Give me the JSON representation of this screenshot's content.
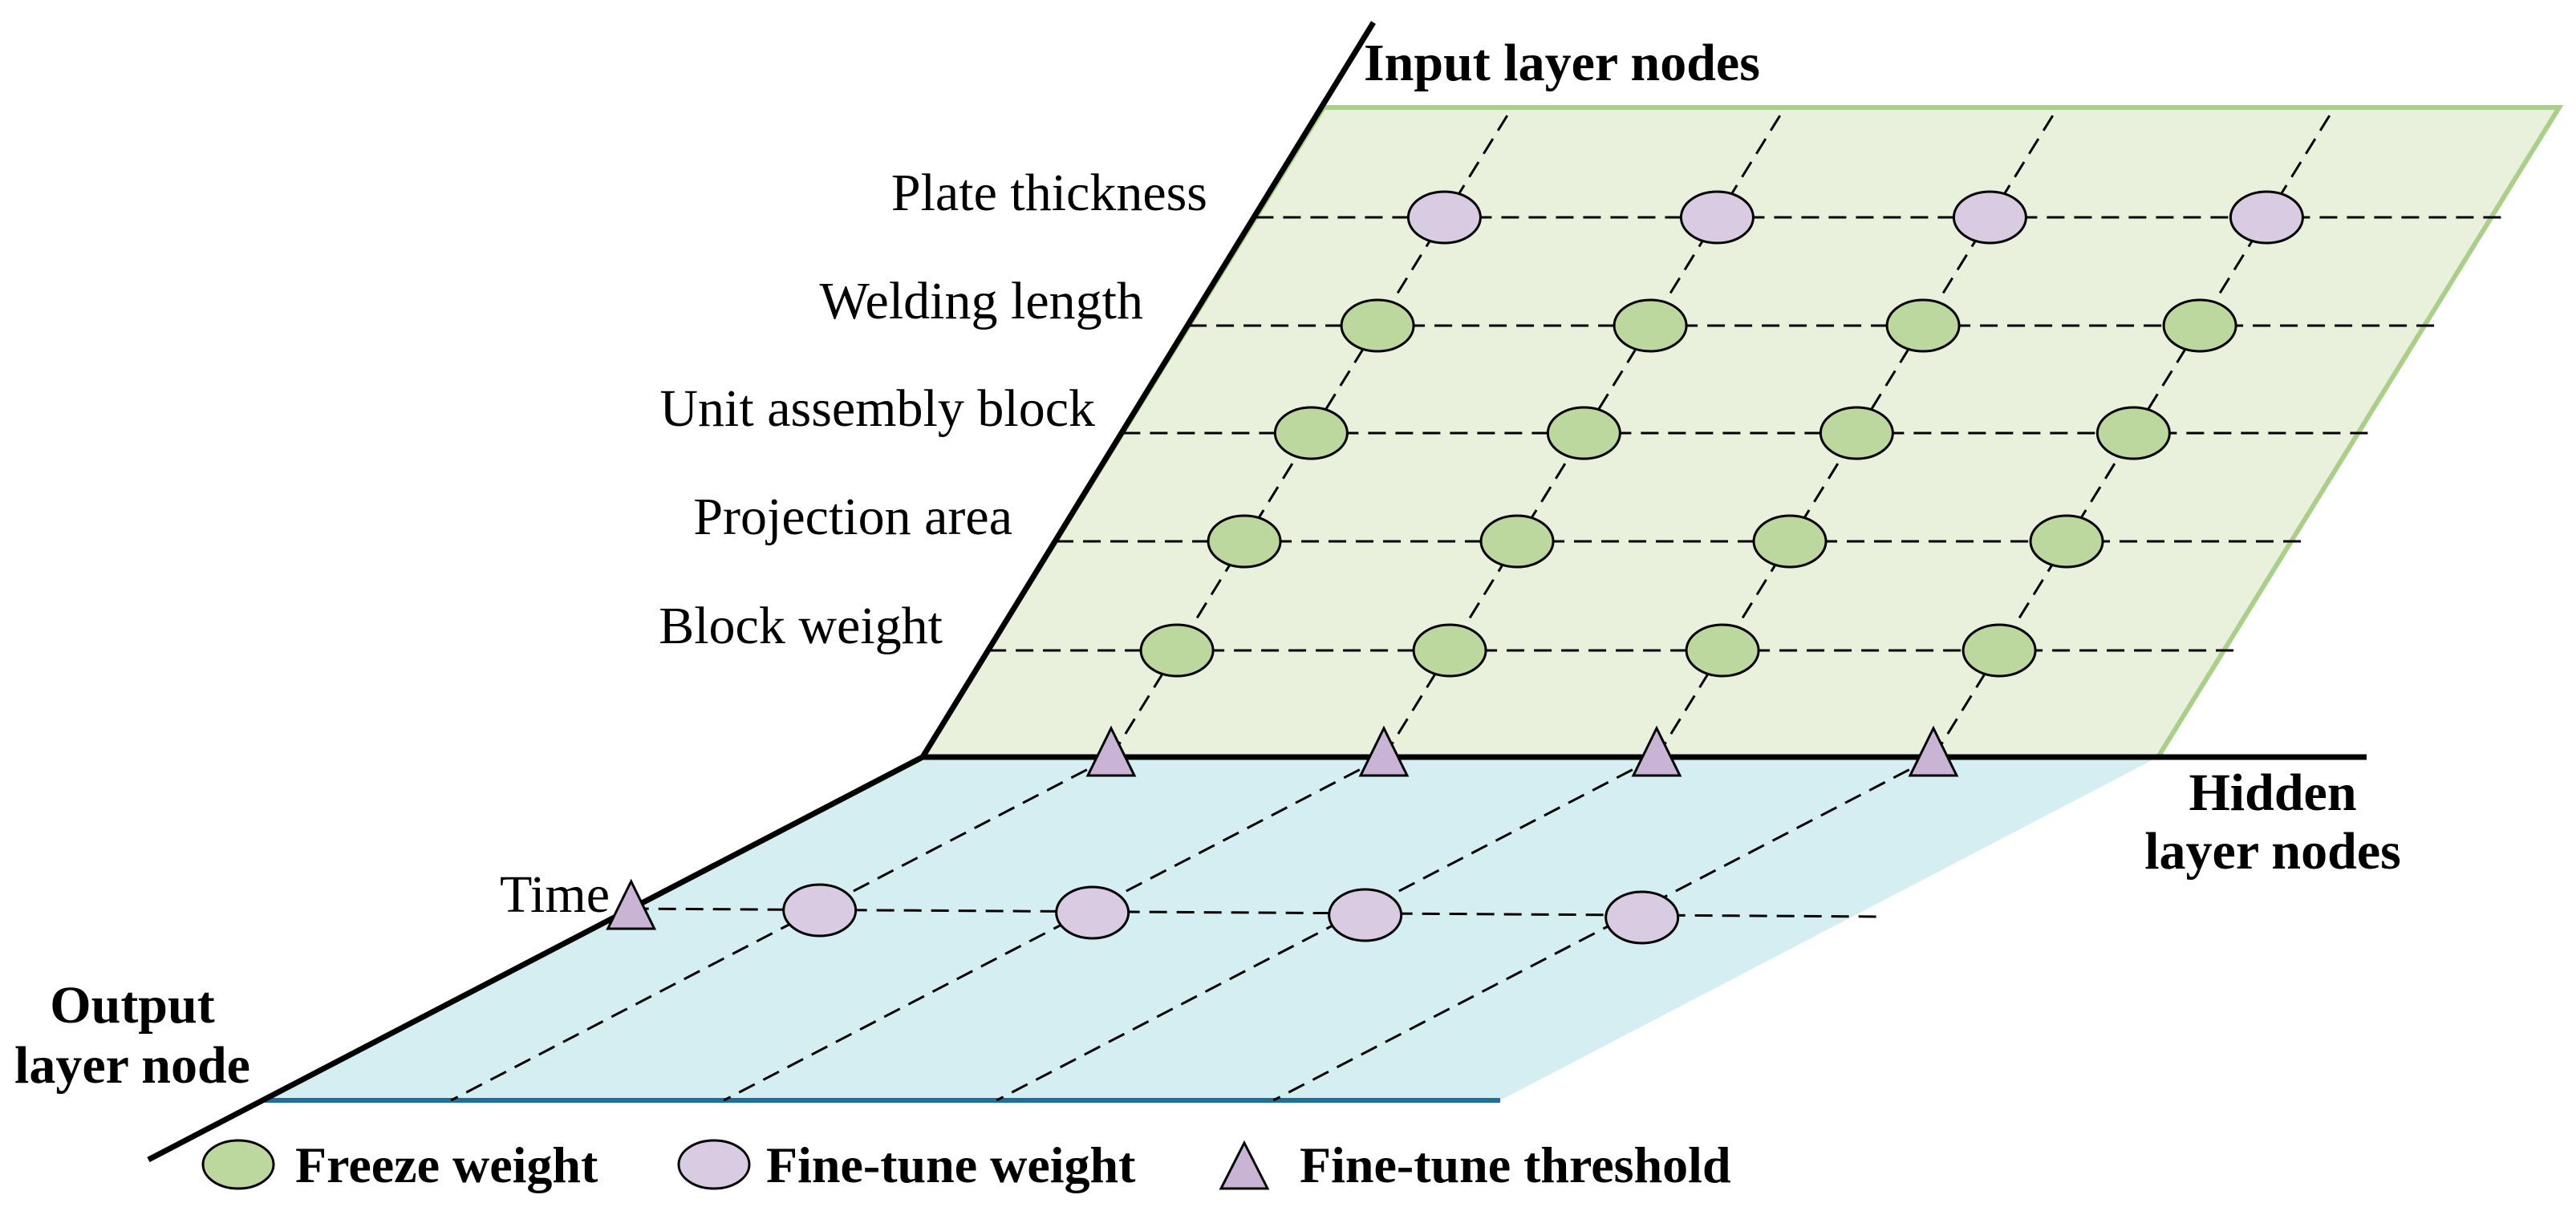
{
  "titles": {
    "input": "Input layer nodes",
    "hidden_line1": "Hidden",
    "hidden_line2": "layer nodes",
    "output_line1": "Output",
    "output_line2": "layer node"
  },
  "input_features": [
    "Plate thickness",
    "Welding length",
    "Unit assembly block",
    "Projection area",
    "Block weight"
  ],
  "output_feature": "Time",
  "legend": {
    "freeze": "Freeze weight",
    "fine_tune_weight": "Fine-tune weight",
    "fine_tune_threshold": "Fine-tune threshold"
  },
  "colors": {
    "input_plane": "#e9f1dd",
    "input_plane_edge": "#a9cf8a",
    "hidden_plane": "#d4eef2",
    "hidden_plane_edge": "#1e6fa0",
    "freeze_node": "#bcd89e",
    "fine_tune_node": "#d9cbe2",
    "threshold_node": "#c9b4d6",
    "node_stroke": "#000000"
  },
  "icons": {
    "freeze": "green-ellipse",
    "fine_tune_weight": "lavender-ellipse",
    "fine_tune_threshold": "lavender-triangle"
  }
}
